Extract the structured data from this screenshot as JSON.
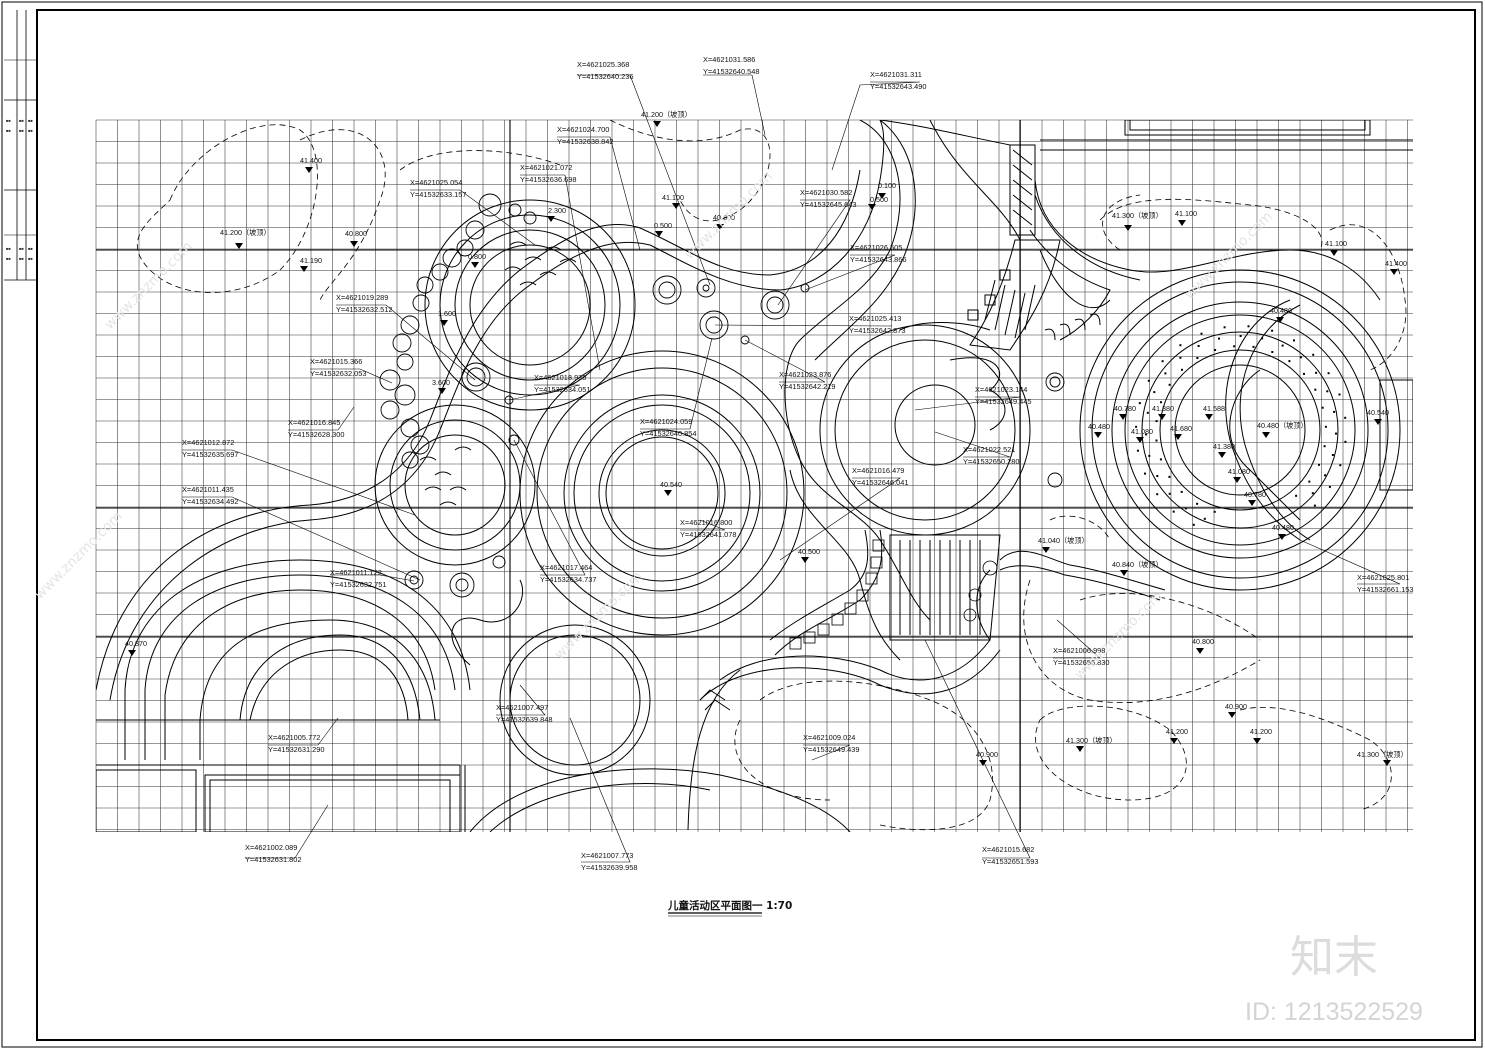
{
  "drawing": {
    "title": "儿童活动区平面图一  1:70",
    "watermark_url": "www.znzmo.com",
    "brand_logo_text": "知末",
    "image_id": "ID: 1213522529"
  },
  "coordinates": [
    {
      "x": "X=4621025.368",
      "y": "Y=41532640.236"
    },
    {
      "x": "X=4621031.586",
      "y": "Y=41532640.548"
    },
    {
      "x": "X=4621031.311",
      "y": "Y=41532643.490"
    },
    {
      "x": "X=4621024.700",
      "y": "Y=41532638.842"
    },
    {
      "x": "X=4621021.072",
      "y": "Y=41532636.698"
    },
    {
      "x": "X=4621025.054",
      "y": "Y=41532633.157"
    },
    {
      "x": "X=4621030.582",
      "y": "Y=41532645.643"
    },
    {
      "x": "X=4621026.505",
      "y": "Y=41532643.866"
    },
    {
      "x": "X=4621019.289",
      "y": "Y=41532632.512"
    },
    {
      "x": "X=4621025.413",
      "y": "Y=41532642.873"
    },
    {
      "x": "X=4621015.366",
      "y": "Y=41532632.053"
    },
    {
      "x": "X=4621018.930",
      "y": "Y=41532634.051"
    },
    {
      "x": "X=4621023.876",
      "y": "Y=41532642.219"
    },
    {
      "x": "X=4621023.144",
      "y": "Y=41532649.445"
    },
    {
      "x": "X=4621016.845",
      "y": "Y=41532628.300"
    },
    {
      "x": "X=4621024.059",
      "y": "Y=41532640.854"
    },
    {
      "x": "X=4621022.521",
      "y": "Y=41532650.280"
    },
    {
      "x": "X=4621012.872",
      "y": "Y=41532635.697"
    },
    {
      "x": "X=4621016.479",
      "y": "Y=41532646.041"
    },
    {
      "x": "X=4621011.435",
      "y": "Y=41532634.492"
    },
    {
      "x": "X=4621016.800",
      "y": "Y=41532641.078"
    },
    {
      "x": "X=4621011.122",
      "y": "Y=41532632.751"
    },
    {
      "x": "X=4621017.464",
      "y": "Y=41532634.737"
    },
    {
      "x": "X=4621025.801",
      "y": "Y=41532661.153"
    },
    {
      "x": "X=4621006.998",
      "y": "Y=41532656.830"
    },
    {
      "x": "X=4621007.497",
      "y": "Y=41532639.848"
    },
    {
      "x": "X=4621005.772",
      "y": "Y=41532631.290"
    },
    {
      "x": "X=4621009.024",
      "y": "Y=41532649.439"
    },
    {
      "x": "X=4621002.089",
      "y": "Y=41532631.802"
    },
    {
      "x": "X=4621007.773",
      "y": "Y=41532639.958"
    },
    {
      "x": "X=4621015.682",
      "y": "Y=41532651.593"
    }
  ],
  "elevations": [
    "41.200（坡顶）",
    "41.400",
    "41.100",
    "40.800",
    "0.100",
    "0.500",
    "0.500",
    "2.300",
    "0.800",
    "1.600",
    "3.600",
    "41.200（坡顶）",
    "40.800",
    "41.190",
    "41.300（坡顶）",
    "41.100",
    "41.100",
    "41.400",
    "40.480",
    "40.540",
    "40.780",
    "41.380",
    "41.588",
    "40.480（坡顶）",
    "40.480",
    "41.080",
    "41.680",
    "41.380",
    "41.080",
    "40.780",
    "40.480",
    "40.540",
    "40.500",
    "41.040（坡顶）",
    "40.840（坡顶）",
    "40.800",
    "40.900",
    "41.300（坡顶）",
    "41.200",
    "41.200",
    "41.300（坡顶）",
    "40.900",
    "40.870"
  ]
}
